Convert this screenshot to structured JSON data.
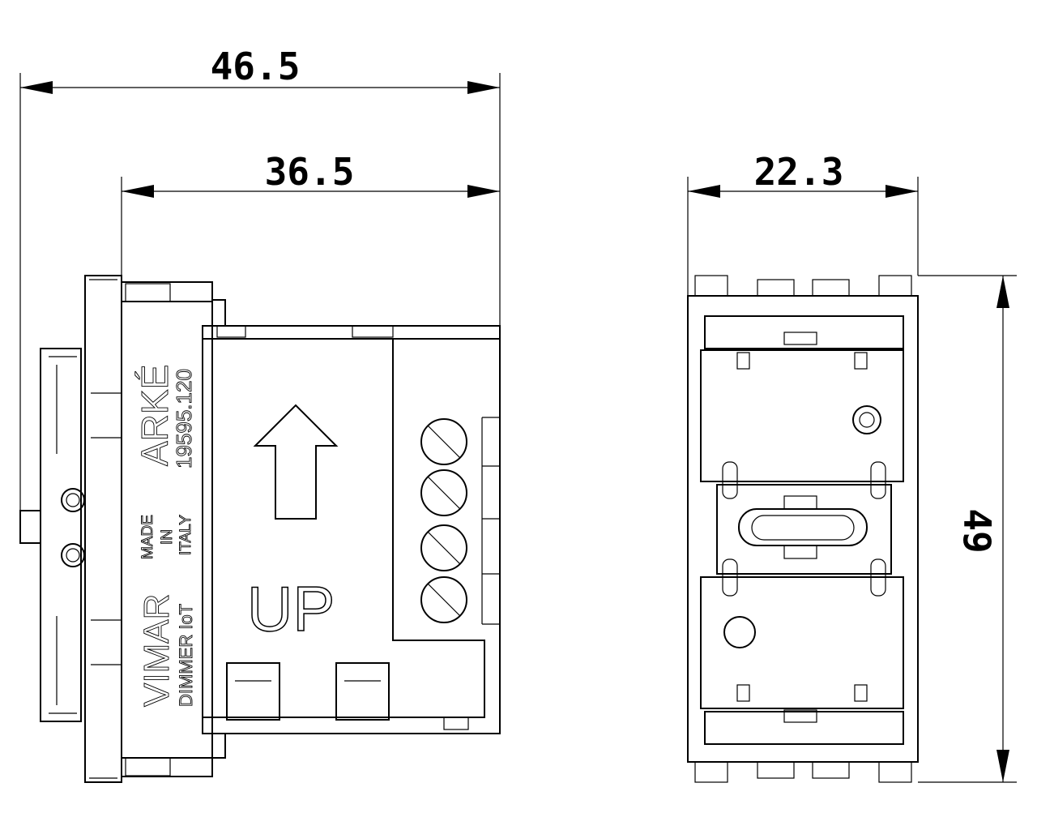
{
  "dimensions": {
    "overall_depth": "46.5",
    "body_depth": "36.5",
    "width": "22.3",
    "height": "49"
  },
  "side_label": {
    "series": "ARKÉ",
    "code": "19595.120",
    "made_in": [
      "MADE",
      "IN",
      "ITALY"
    ],
    "brand": "VIMAR",
    "product": "DIMMER IoT",
    "orientation": "UP"
  }
}
